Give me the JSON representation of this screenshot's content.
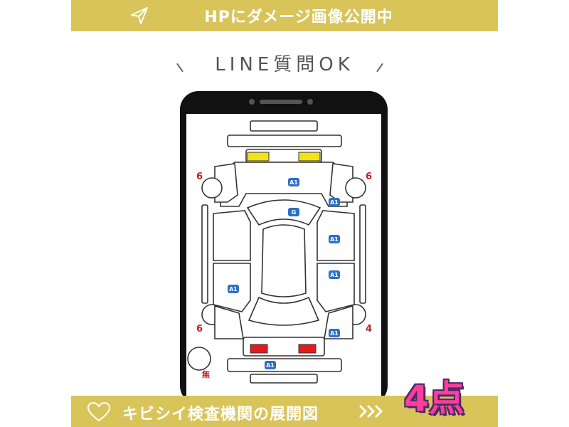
{
  "top_banner": {
    "text": "HPにダメージ画像公開中",
    "icon": "paper-plane-icon"
  },
  "line_ok": {
    "text": "LINE質問OK"
  },
  "diagram": {
    "markers": {
      "hood": "A1",
      "roof": "G",
      "right_front_fender": "A1",
      "right_front_door": "A1",
      "right_rear_door": "A1",
      "right_rear_fender": "A1",
      "left_rear_door": "A1",
      "rear_bumper": "A1"
    },
    "wheel_labels": {
      "front_left": "6",
      "front_right": "6",
      "rear_left": "6",
      "rear_right": "4"
    },
    "spare_label": "無",
    "colors": {
      "marker": "#2d6fc7",
      "front_lights": "#f2e21b",
      "rear_lights": "#e21b1b",
      "numbers": "#c0202a"
    }
  },
  "bottom_banner": {
    "text": "キビシイ検査機関の展開図",
    "heart_icon": "heart-icon",
    "arrows_icon": "chevrons-right-icon"
  },
  "badge": {
    "text": "4点"
  }
}
